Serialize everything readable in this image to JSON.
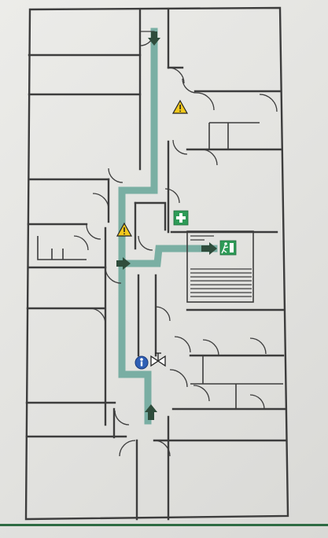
{
  "plan": {
    "colors": {
      "background": "#e6e6e3",
      "walls": "#3d3d3d",
      "escape_route": "#6ea89c",
      "arrows": "#2f4d3c",
      "warning_sign": "#f2c81b",
      "first_aid": "#2e9b57",
      "exit_sign": "#2e9b57",
      "you_are_here": "#2f5fb5",
      "footer_band": "#2e6b43"
    },
    "symbols": {
      "warning_icon": "warning-triangle-icon",
      "first_aid_icon": "first-aid-cross-icon",
      "exit_icon": "running-person-exit-icon",
      "location_icon": "you-are-here-person-icon",
      "valve_icon": "shutoff-valve-icon"
    },
    "route_arrows": [
      {
        "name": "arrow-down-top",
        "direction": "down"
      },
      {
        "name": "arrow-right-middle",
        "direction": "right"
      },
      {
        "name": "arrow-right-exit",
        "direction": "right"
      },
      {
        "name": "arrow-up-bottom",
        "direction": "up"
      }
    ]
  }
}
